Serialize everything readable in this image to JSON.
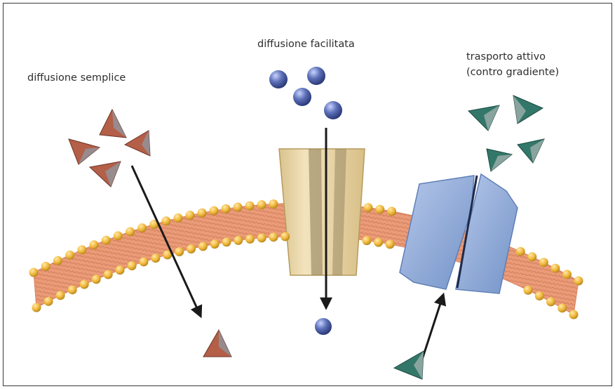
{
  "labels": {
    "simple_diffusion": "diffusione semplice",
    "facilitated_diffusion": "diffusione facilitata",
    "active_transport_line1": "trasporto attivo",
    "active_transport_line2": "(contro gradiente)"
  },
  "colors": {
    "lipid_tail": "#ea9b78",
    "lipid_head": "#f1b83c",
    "channel_protein": "#e6d2a3",
    "pump_protein": "#8eabd8",
    "molecule_simple": "#b45f48",
    "molecule_facilitated": "#4a5ea8",
    "molecule_active": "#33776a",
    "arrow": "#1a1a1a",
    "frame": "#3a3a3a"
  }
}
